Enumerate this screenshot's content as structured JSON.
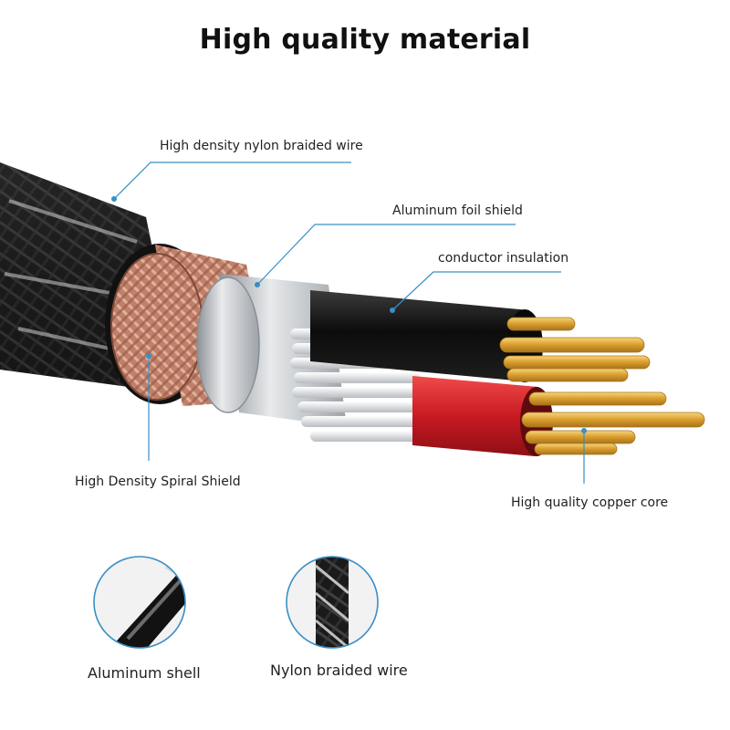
{
  "title": "High quality material",
  "callouts": {
    "nylon_braid": "High density nylon braided wire",
    "foil_shield": "Aluminum foil shield",
    "insulation": "conductor insulation",
    "spiral_shield": "High Density Spiral Shield",
    "copper_core": "High quality copper core"
  },
  "details": {
    "aluminum_shell": "Aluminum shell",
    "nylon_braided": "Nylon braided wire"
  },
  "colors": {
    "leader": "#3a8fc4",
    "copper_shield": "#c98a72",
    "foil": "#bfc3c7",
    "red_insulation": "#d0202a",
    "black_insulation": "#141414",
    "copper_core": "#e0a93a"
  }
}
